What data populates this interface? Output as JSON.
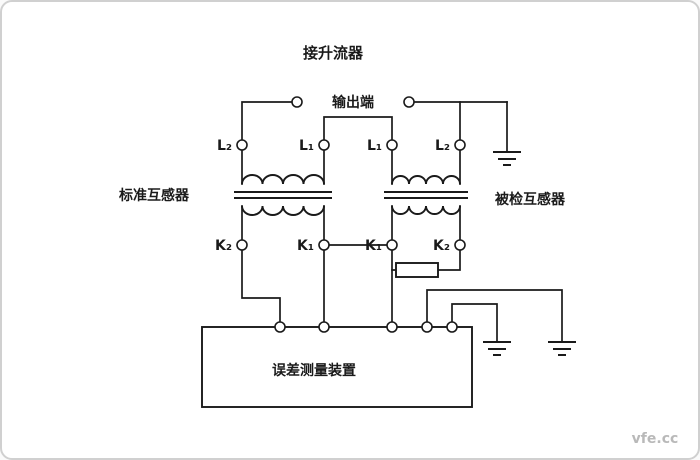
{
  "colors": {
    "line": "#1a1a1a",
    "border": "#d0d0d0",
    "watermark": "#b9b9b9"
  },
  "diagram": {
    "title": "接升流器",
    "output_terminals_label": "输出端",
    "standard_transformer": {
      "label": "标准互感器",
      "terminals": {
        "l2": "L₂",
        "l1": "L₁",
        "k2": "K₂",
        "k1": "K₁"
      }
    },
    "tested_transformer": {
      "label": "被检互感器",
      "terminals": {
        "l1": "L₁",
        "l2": "L₂",
        "k1": "K₁",
        "k2": "K₂"
      }
    },
    "device": {
      "label": "误差测量装置"
    },
    "watermark": "vfe.cc"
  }
}
